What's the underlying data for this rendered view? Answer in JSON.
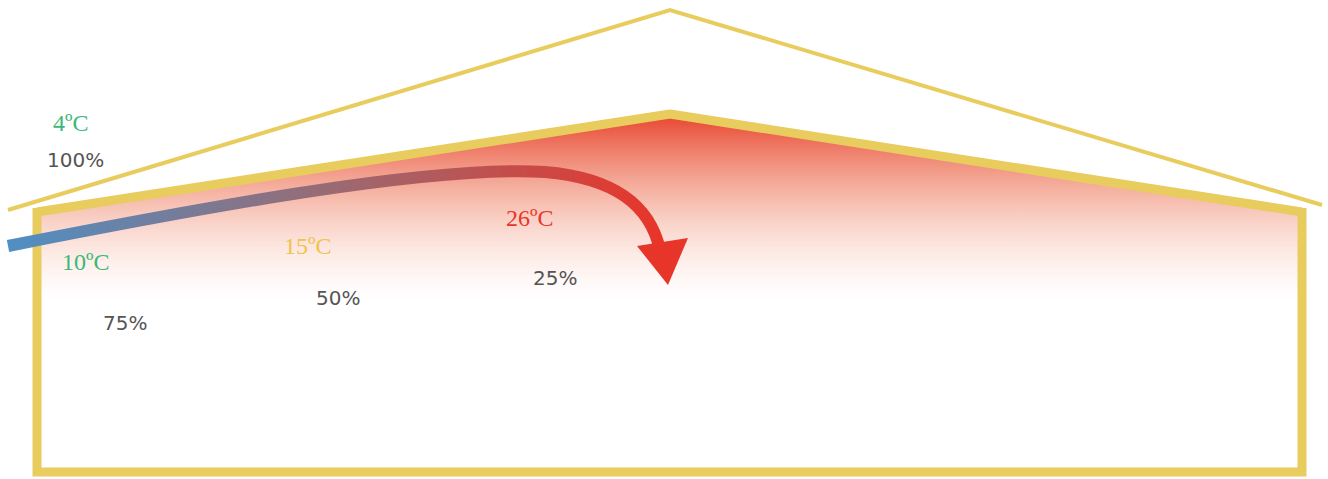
{
  "diagram": {
    "labels": [
      "4ºC",
      "100%",
      "10ºC",
      "75%",
      "15ºC",
      "50%",
      "26ºC",
      "25%"
    ]
  }
}
